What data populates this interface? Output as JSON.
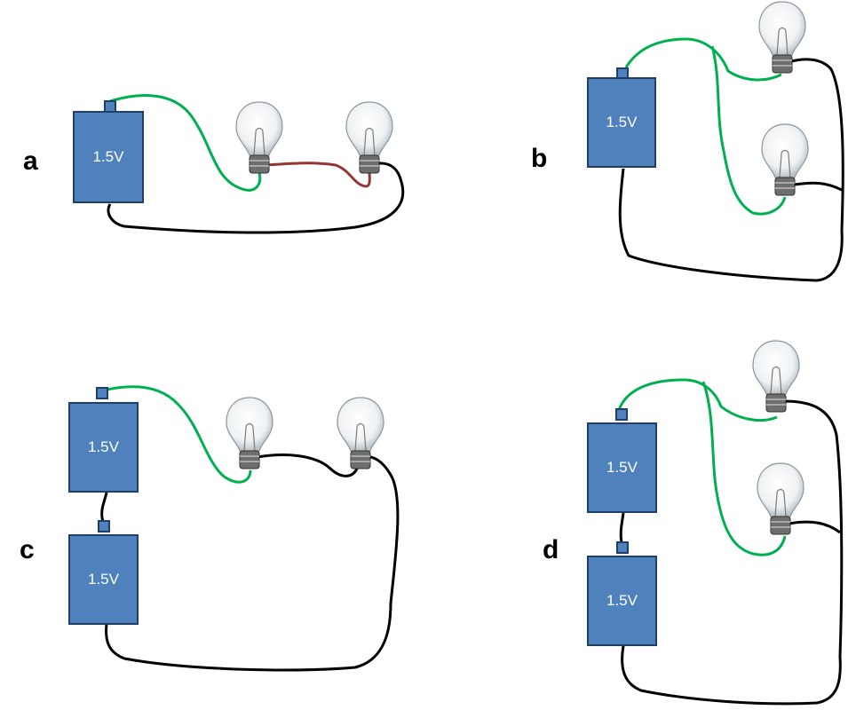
{
  "colors": {
    "battery_fill": "#4f81bd",
    "battery_border": "#1f3f66",
    "wire_positive": "#00b050",
    "wire_series_link": "#943634",
    "wire_return": "#000000"
  },
  "panels": [
    {
      "id": "a",
      "label": "a",
      "batteries": [
        "1.5V"
      ],
      "bulb_count": 2,
      "arrangement": "series"
    },
    {
      "id": "b",
      "label": "b",
      "batteries": [
        "1.5V"
      ],
      "bulb_count": 2,
      "arrangement": "parallel"
    },
    {
      "id": "c",
      "label": "c",
      "batteries": [
        "1.5V",
        "1.5V"
      ],
      "bulb_count": 2,
      "arrangement": "series"
    },
    {
      "id": "d",
      "label": "d",
      "batteries": [
        "1.5V",
        "1.5V"
      ],
      "bulb_count": 2,
      "arrangement": "parallel"
    }
  ]
}
